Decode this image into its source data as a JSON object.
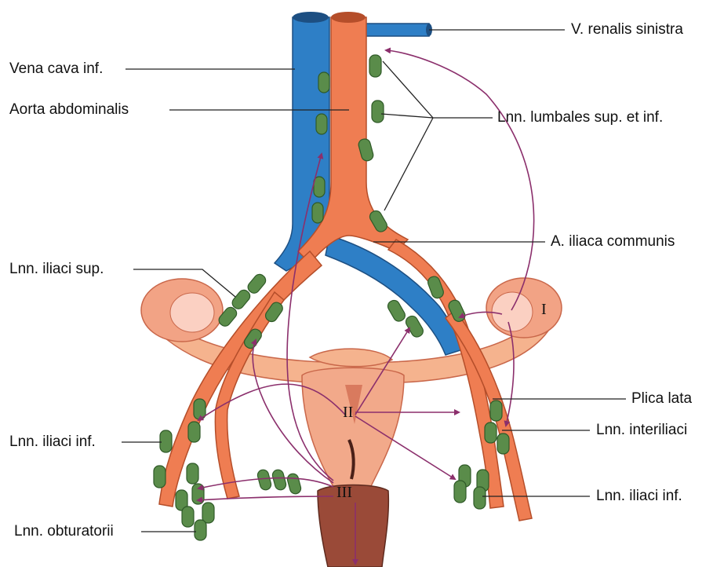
{
  "labels": {
    "vena_cava": "Vena cava inf.",
    "aorta": "Aorta abdominalis",
    "renal_vein": "V. renalis sinistra",
    "lumbar_nodes": "Lnn. lumbales sup. et inf.",
    "common_iliac": "A. iliaca communis",
    "iliac_sup": "Lnn. iliaci sup.",
    "plica_lata": "Plica lata",
    "interiliac": "Lnn. interiliaci",
    "iliac_inf_left": "Lnn. iliaci inf.",
    "iliac_inf_right": "Lnn. iliaci inf.",
    "obturator": "Lnn. obturatorii"
  },
  "regions": {
    "one": "I",
    "two": "II",
    "three": "III"
  },
  "colors": {
    "vein": "#2e7fc6",
    "artery": "#ef7d52",
    "node": "#5a8c4a",
    "lymph_path": "#8b2f6c",
    "uterus": "#f2a98a",
    "vagina": "#9a4a38"
  }
}
